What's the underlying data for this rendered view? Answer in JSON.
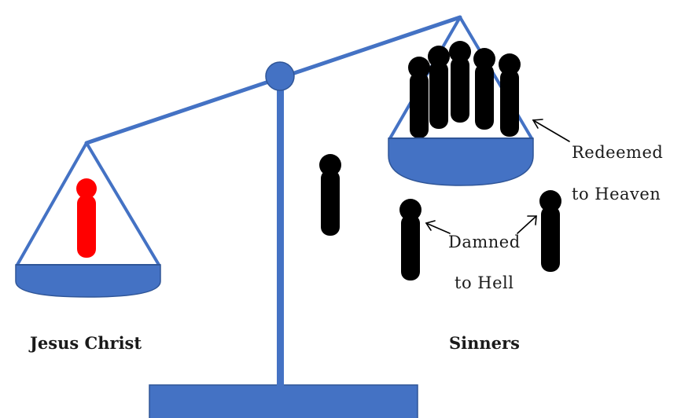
{
  "labels": {
    "left_pan": "Jesus Christ",
    "right_pan": "Sinners",
    "redeemed_line1": "Redeemed",
    "redeemed_line2": "to Heaven",
    "damned_line1": "Damned",
    "damned_line2": "to Hell"
  },
  "colors": {
    "scale": "#4472c4",
    "scale_dark": "#2f5597",
    "christ_figure": "#ff0000",
    "sinner_figure": "#000000"
  }
}
